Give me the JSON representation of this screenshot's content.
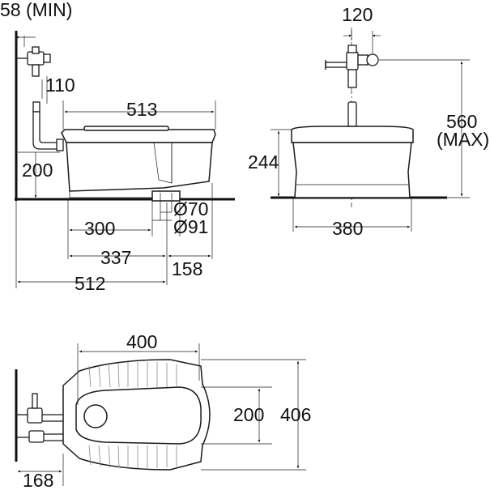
{
  "labels": {
    "side_min_height": "58 (MIN)",
    "side_pipe_110": "110",
    "side_width_513": "513",
    "side_height_200": "200",
    "side_outlet_d70": "Ø70",
    "side_outlet_d91": "Ø91",
    "side_300": "300",
    "side_337": "337",
    "side_158": "158",
    "side_512": "512",
    "front_valve_120": "120",
    "front_height_560": "560",
    "front_max": "(MAX)",
    "front_height_244": "244",
    "front_width_380": "380",
    "top_length_400": "400",
    "top_width_200": "200",
    "top_width_406": "406",
    "top_offset_168": "168"
  }
}
